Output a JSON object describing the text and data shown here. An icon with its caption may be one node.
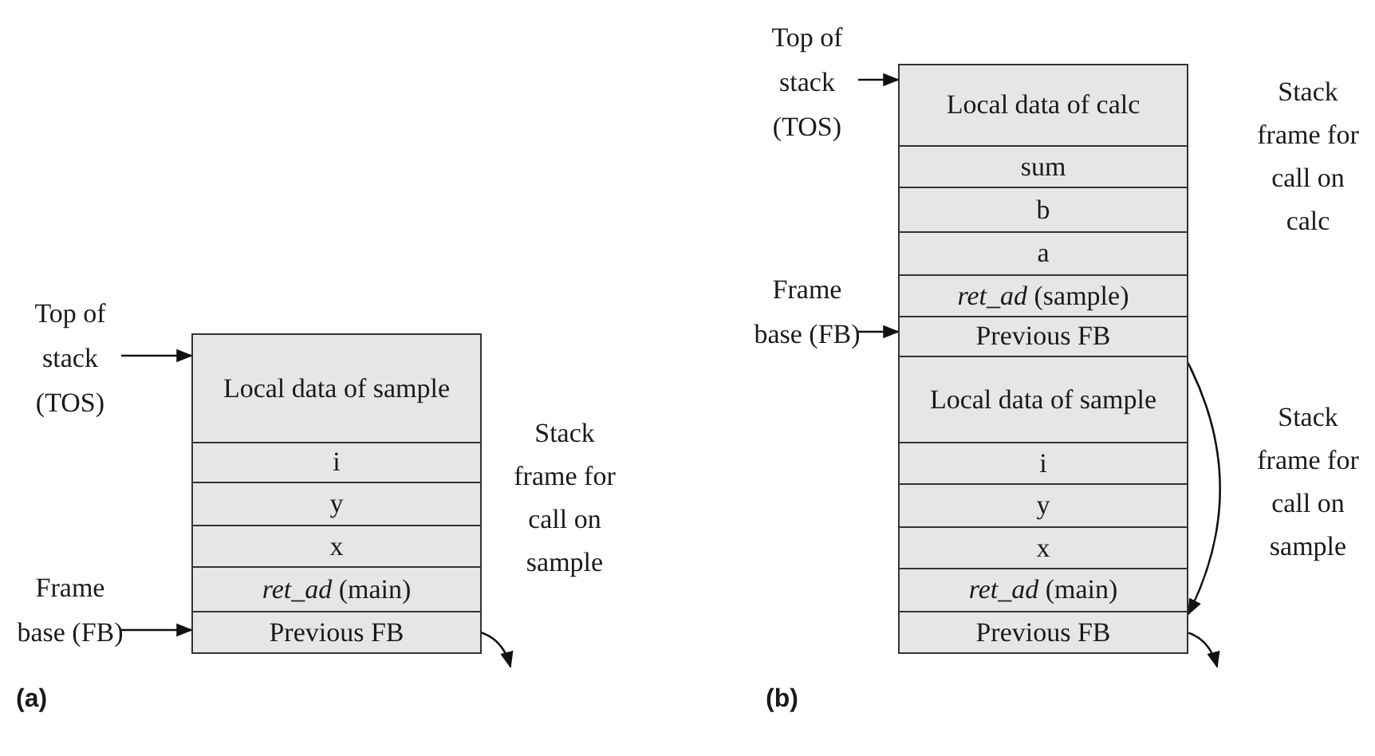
{
  "diagram": {
    "nodes": [
      {
        "text": [
          "Top of stack (TOS)"
        ]
      },
      {
        "text": [
          "Local data of sample"
        ]
      },
      {
        "text": [
          "i"
        ]
      },
      {
        "text": [
          "y"
        ]
      },
      {
        "text": [
          "x"
        ]
      },
      {
        "text": [
          "*ret_ad* (main)"
        ]
      },
      {
        "text": [
          "Previous FB"
        ]
      },
      {
        "text": [
          "Frame base (FB)"
        ]
      },
      {
        "text": [
          "Top of stack (TOS)"
        ]
      },
      {
        "text": [
          "Local data of calc"
        ]
      },
      {
        "text": [
          "sum"
        ]
      },
      {
        "text": [
          "b"
        ]
      },
      {
        "text": [
          "a"
        ]
      },
      {
        "text": [
          "*ret_ad* (sample)"
        ]
      },
      {
        "text": [
          "Previous FB"
        ]
      },
      {
        "text": [
          "Frame base (FB)"
        ]
      },
      {
        "text": [
          "Local data of sample"
        ]
      },
      {
        "text": [
          "i"
        ]
      },
      {
        "text": [
          "y"
        ]
      },
      {
        "text": [
          "x"
        ]
      },
      {
        "text": [
          "*ret_ad* (main)"
        ]
      },
      {
        "text": [
          "Previous FB"
        ]
      }
    ],
    "edges": [
      {
        "from": 0,
        "to": 1,
        "arrow": "to"
      },
      {
        "from": 7,
        "to": 6,
        "arrow": "to"
      },
      {
        "from": 6,
        "to": null,
        "arrow": "to"
      },
      {
        "from": 8,
        "to": 9,
        "arrow": "to"
      },
      {
        "from": 15,
        "to": 14,
        "arrow": "to"
      },
      {
        "from": 14,
        "to": 21,
        "arrow": "to"
      },
      {
        "from": 21,
        "to": null,
        "arrow": "to"
      }
    ],
    "labels": [
      "Stack frame for call on sample",
      "(a)",
      "Stack frame for call on calc",
      "Stack frame for call on sample",
      "(b)"
    ]
  }
}
